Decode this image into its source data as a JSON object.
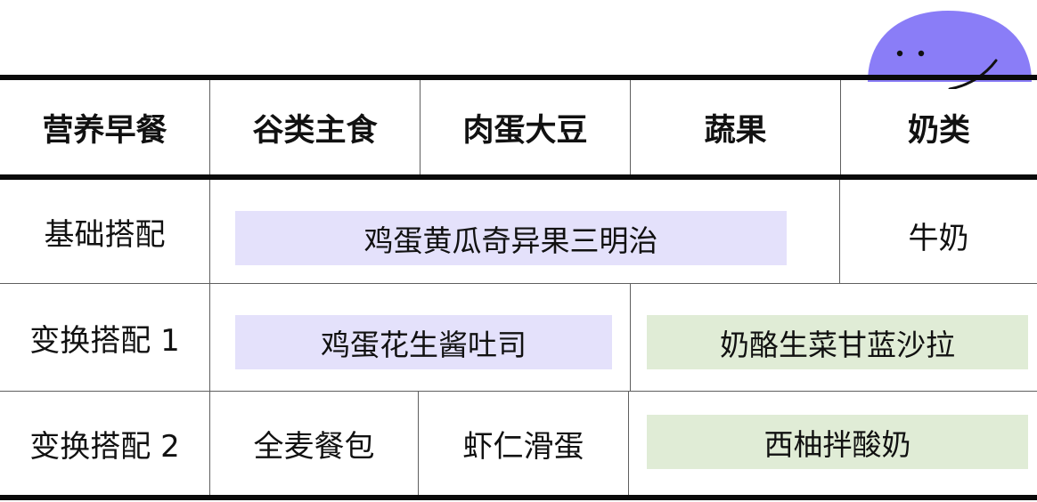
{
  "colors": {
    "accent_purple": "#8a7df7",
    "grain_veg_fill": "#e4e1fb",
    "fruit_dairy_fill": "#e0ecd6",
    "rule": "#0a0a0a"
  },
  "mascot": {
    "icon": "purple-blob-face-icon"
  },
  "table": {
    "headers": [
      "营养早餐",
      "谷类主食",
      "肉蛋大豆",
      "蔬果",
      "奶类"
    ],
    "rows": [
      {
        "label": "基础搭配",
        "combo_main": "鸡蛋黄瓜奇异果三明治",
        "dairy": "牛奶"
      },
      {
        "label": "变换搭配 1",
        "combo_main": "鸡蛋花生酱吐司",
        "combo_side": "奶酪生菜甘蓝沙拉"
      },
      {
        "label": "变换搭配 2",
        "grain": "全麦餐包",
        "protein": "虾仁滑蛋",
        "combo_side": "西柚拌酸奶"
      }
    ]
  }
}
